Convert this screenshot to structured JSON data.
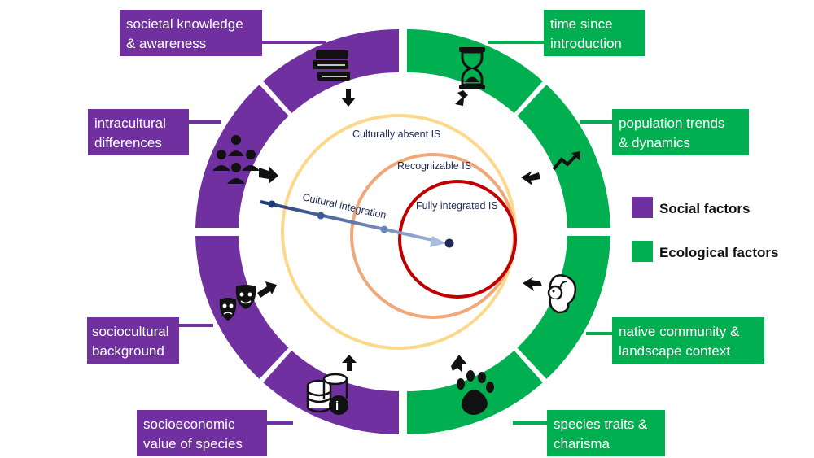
{
  "colors": {
    "social": "#7030a0",
    "ecological": "#00b050",
    "culturally_absent": "#fcd98a",
    "recognizable": "#f0a878",
    "fully_integrated": "#c00000",
    "arrow_dark": "#1f3a78",
    "arrow_light": "#a8bce0"
  },
  "social_factors": [
    {
      "line1": "societal knowledge",
      "line2": "& awareness",
      "icon": "books-icon"
    },
    {
      "line1": "intracultural",
      "line2": "differences",
      "icon": "people-group-icon"
    },
    {
      "line1": "sociocultural",
      "line2": "background",
      "icon": "theater-masks-icon"
    },
    {
      "line1": "socioeconomic",
      "line2": "value of species",
      "icon": "coins-icon"
    }
  ],
  "ecological_factors": [
    {
      "line1": "time since",
      "line2": "introduction",
      "icon": "hourglass-icon"
    },
    {
      "line1": "population trends",
      "line2": "& dynamics",
      "icon": "trend-up-icon"
    },
    {
      "line1": "native community &",
      "line2": "landscape context",
      "icon": "squirrel-icon"
    },
    {
      "line1": "species traits &",
      "line2": "charisma",
      "icon": "paw-print-icon"
    }
  ],
  "circles": {
    "culturally_absent": "Culturally absent IS",
    "recognizable": "Recognizable IS",
    "fully_integrated": "Fully integrated IS"
  },
  "integration_arrow_label": "Cultural integration",
  "legend": {
    "social": "Social factors",
    "ecological": "Ecological factors"
  }
}
